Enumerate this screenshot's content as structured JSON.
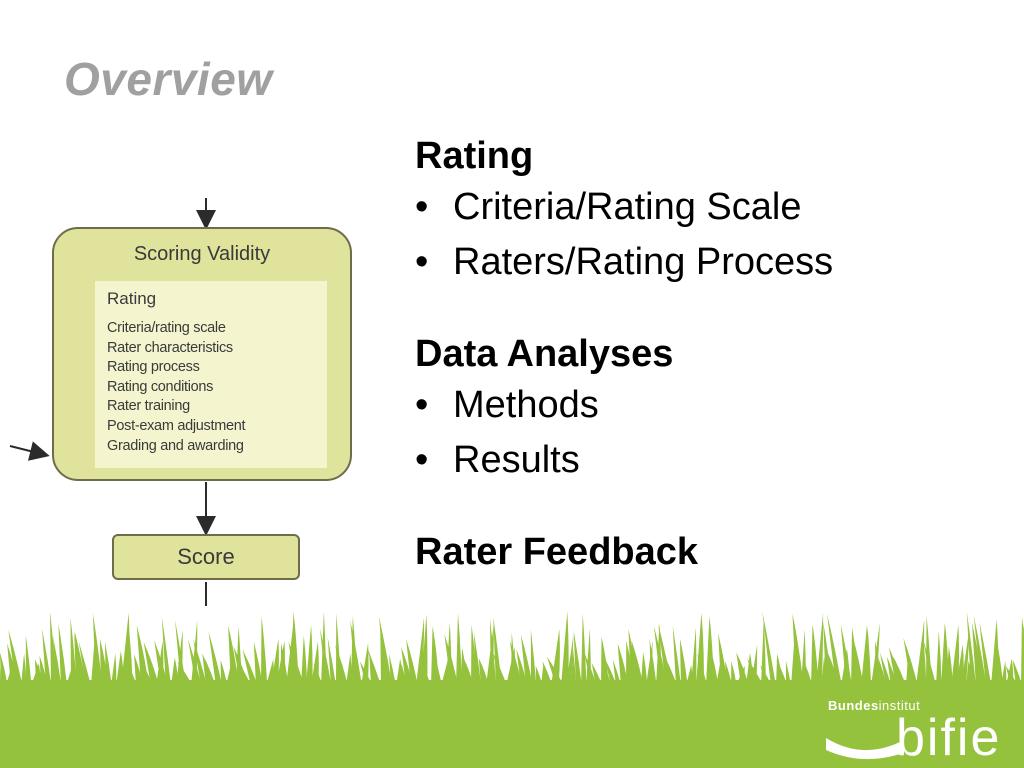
{
  "slide": {
    "title": "Overview"
  },
  "diagram": {
    "box_title": "Scoring Validity",
    "inner_title": "Rating",
    "inner_items": [
      "Criteria/rating scale",
      "Rater characteristics",
      "Rating process",
      "Rating conditions",
      "Rater training",
      "Post-exam adjustment",
      "Grading and awarding"
    ],
    "score_label": "Score",
    "colors": {
      "box_fill": "#dfe39b",
      "inner_fill": "#f4f5cf",
      "border": "#6d6d4c"
    }
  },
  "content": {
    "sections": [
      {
        "title": "Rating",
        "bullets": [
          "Criteria/Rating Scale",
          "Raters/Rating Process"
        ]
      },
      {
        "title": "Data Analyses",
        "bullets": [
          "Methods",
          "Results"
        ]
      },
      {
        "title": "Rater Feedback",
        "bullets": []
      }
    ]
  },
  "footer": {
    "logo_top_bold": "Bundes",
    "logo_top_rest": "institut",
    "logo_mark": "bifie",
    "grass_color": "#95c23d"
  }
}
